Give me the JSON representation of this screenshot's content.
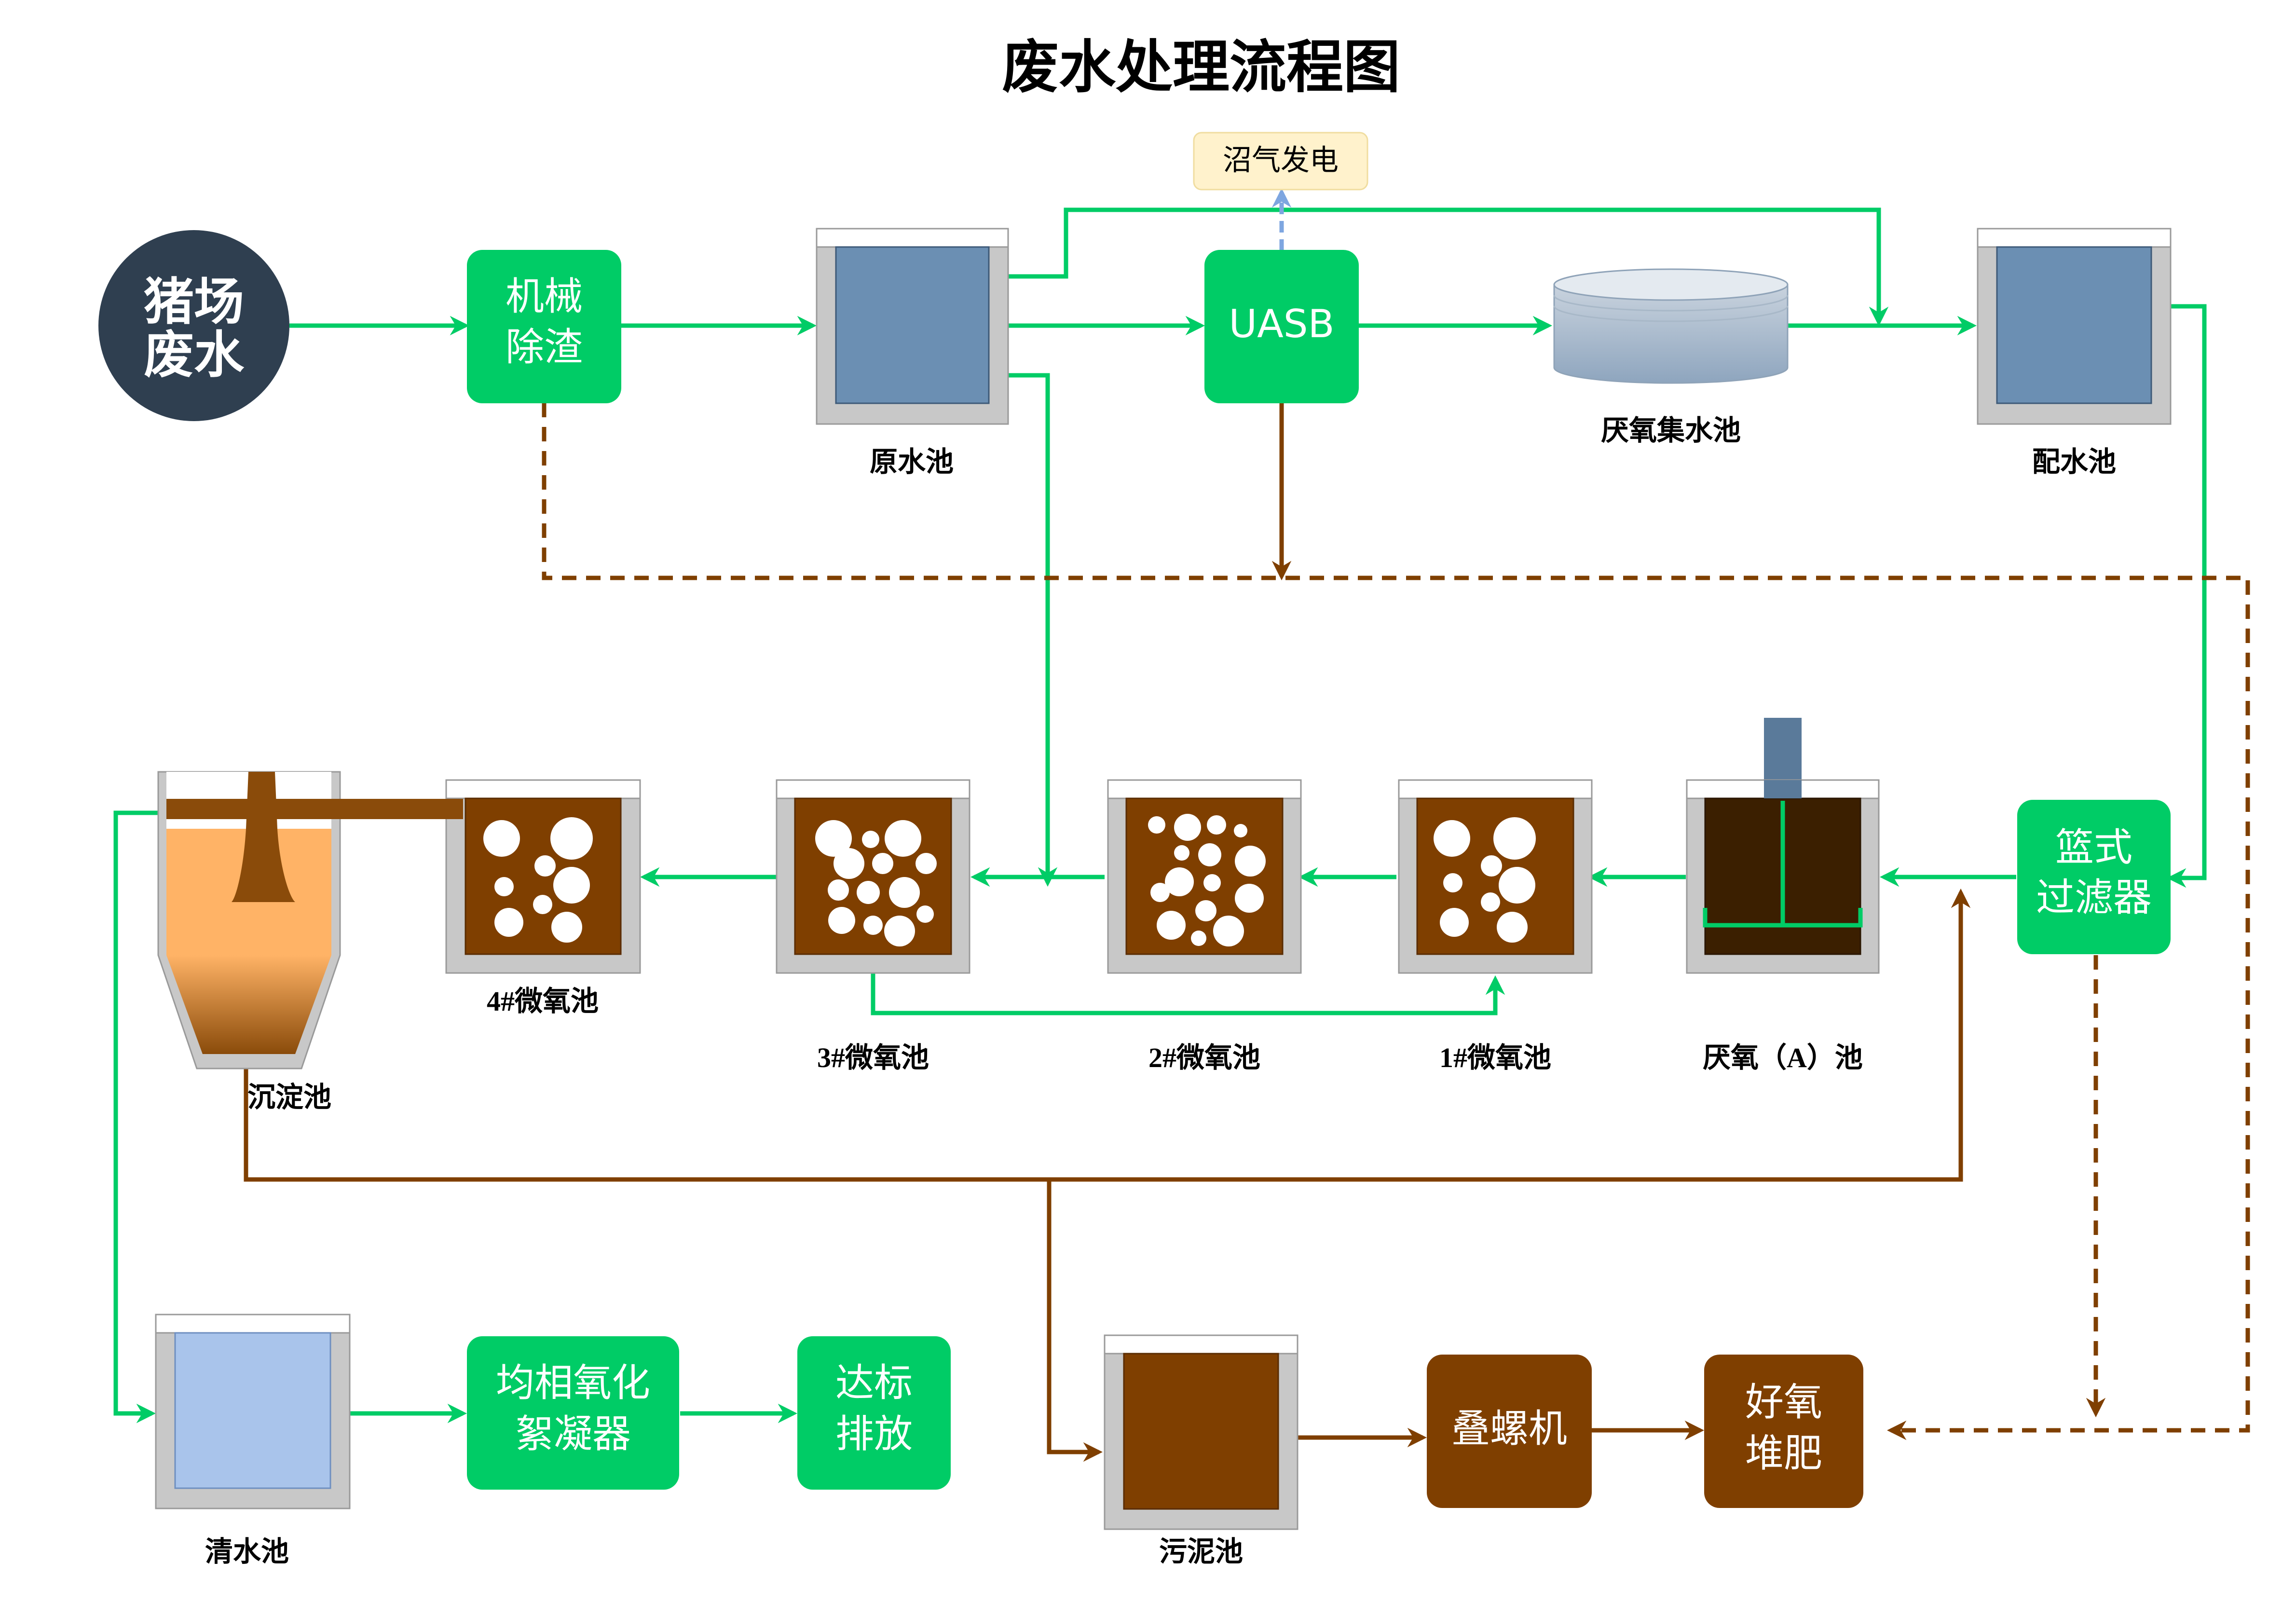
{
  "title": "废水处理流程图",
  "colors": {
    "green": "#00CC66",
    "brown": "#7F3F00",
    "navy": "#2F3F50",
    "tank_gray": "#C8C8C8",
    "water_blue": "#6B8FB3",
    "clear_water": "#A9C4EB",
    "biogas_fill": "#FFF2CC",
    "biogas_arrow": "#7EA6E0",
    "dark_tank": "#3B1F00",
    "settle_orange": "#FFB366"
  },
  "nodes": {
    "source": {
      "line1": "猪场",
      "line2": "废水"
    },
    "screen": {
      "line1": "机械",
      "line2": "除渣"
    },
    "uasb": {
      "label": "UASB"
    },
    "biogas": {
      "label": "沼气发电"
    },
    "basket_filter": {
      "line1": "篮式",
      "line2": "过滤器"
    },
    "coagulator": {
      "line1": "均相氧化",
      "line2": "絮凝器"
    },
    "discharge": {
      "line1": "达标",
      "line2": "排放"
    },
    "screw_press": {
      "label": "叠螺机"
    },
    "compost": {
      "line1": "好氧",
      "line2": "堆肥"
    }
  },
  "labels": {
    "raw_tank": "原水池",
    "anaerobic_collect": "厌氧集水池",
    "mix_tank": "配水池",
    "micro4": "4#微氧池",
    "micro3": "3#微氧池",
    "micro2": "2#微氧池",
    "micro1": "1#微氧池",
    "anoxic": "厌氧（A）池",
    "settling": "沉淀池",
    "clear_tank": "清水池",
    "sludge_tank": "污泥池"
  }
}
